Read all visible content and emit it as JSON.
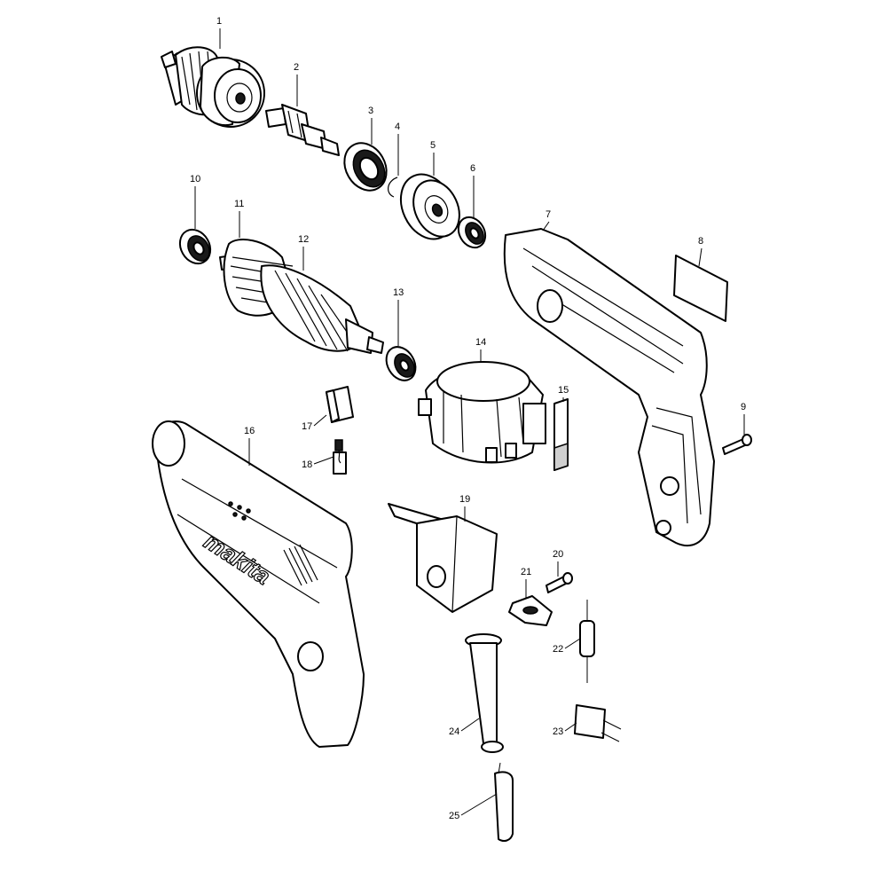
{
  "diagram": {
    "brand_text": "makita",
    "callouts": [
      {
        "id": "1",
        "label": "1"
      },
      {
        "id": "2",
        "label": "2"
      },
      {
        "id": "3",
        "label": "3"
      },
      {
        "id": "4",
        "label": "4"
      },
      {
        "id": "5",
        "label": "5"
      },
      {
        "id": "6",
        "label": "6"
      },
      {
        "id": "7",
        "label": "7"
      },
      {
        "id": "8",
        "label": "8"
      },
      {
        "id": "9",
        "label": "9"
      },
      {
        "id": "10",
        "label": "10"
      },
      {
        "id": "11",
        "label": "11"
      },
      {
        "id": "12",
        "label": "12"
      },
      {
        "id": "13",
        "label": "13"
      },
      {
        "id": "14",
        "label": "14"
      },
      {
        "id": "15",
        "label": "15"
      },
      {
        "id": "16",
        "label": "16"
      },
      {
        "id": "17",
        "label": "17"
      },
      {
        "id": "18",
        "label": "18"
      },
      {
        "id": "19",
        "label": "19"
      },
      {
        "id": "20",
        "label": "20"
      },
      {
        "id": "21",
        "label": "21"
      },
      {
        "id": "22",
        "label": "22"
      },
      {
        "id": "23",
        "label": "23"
      },
      {
        "id": "24",
        "label": "24"
      },
      {
        "id": "25",
        "label": "25"
      }
    ]
  }
}
